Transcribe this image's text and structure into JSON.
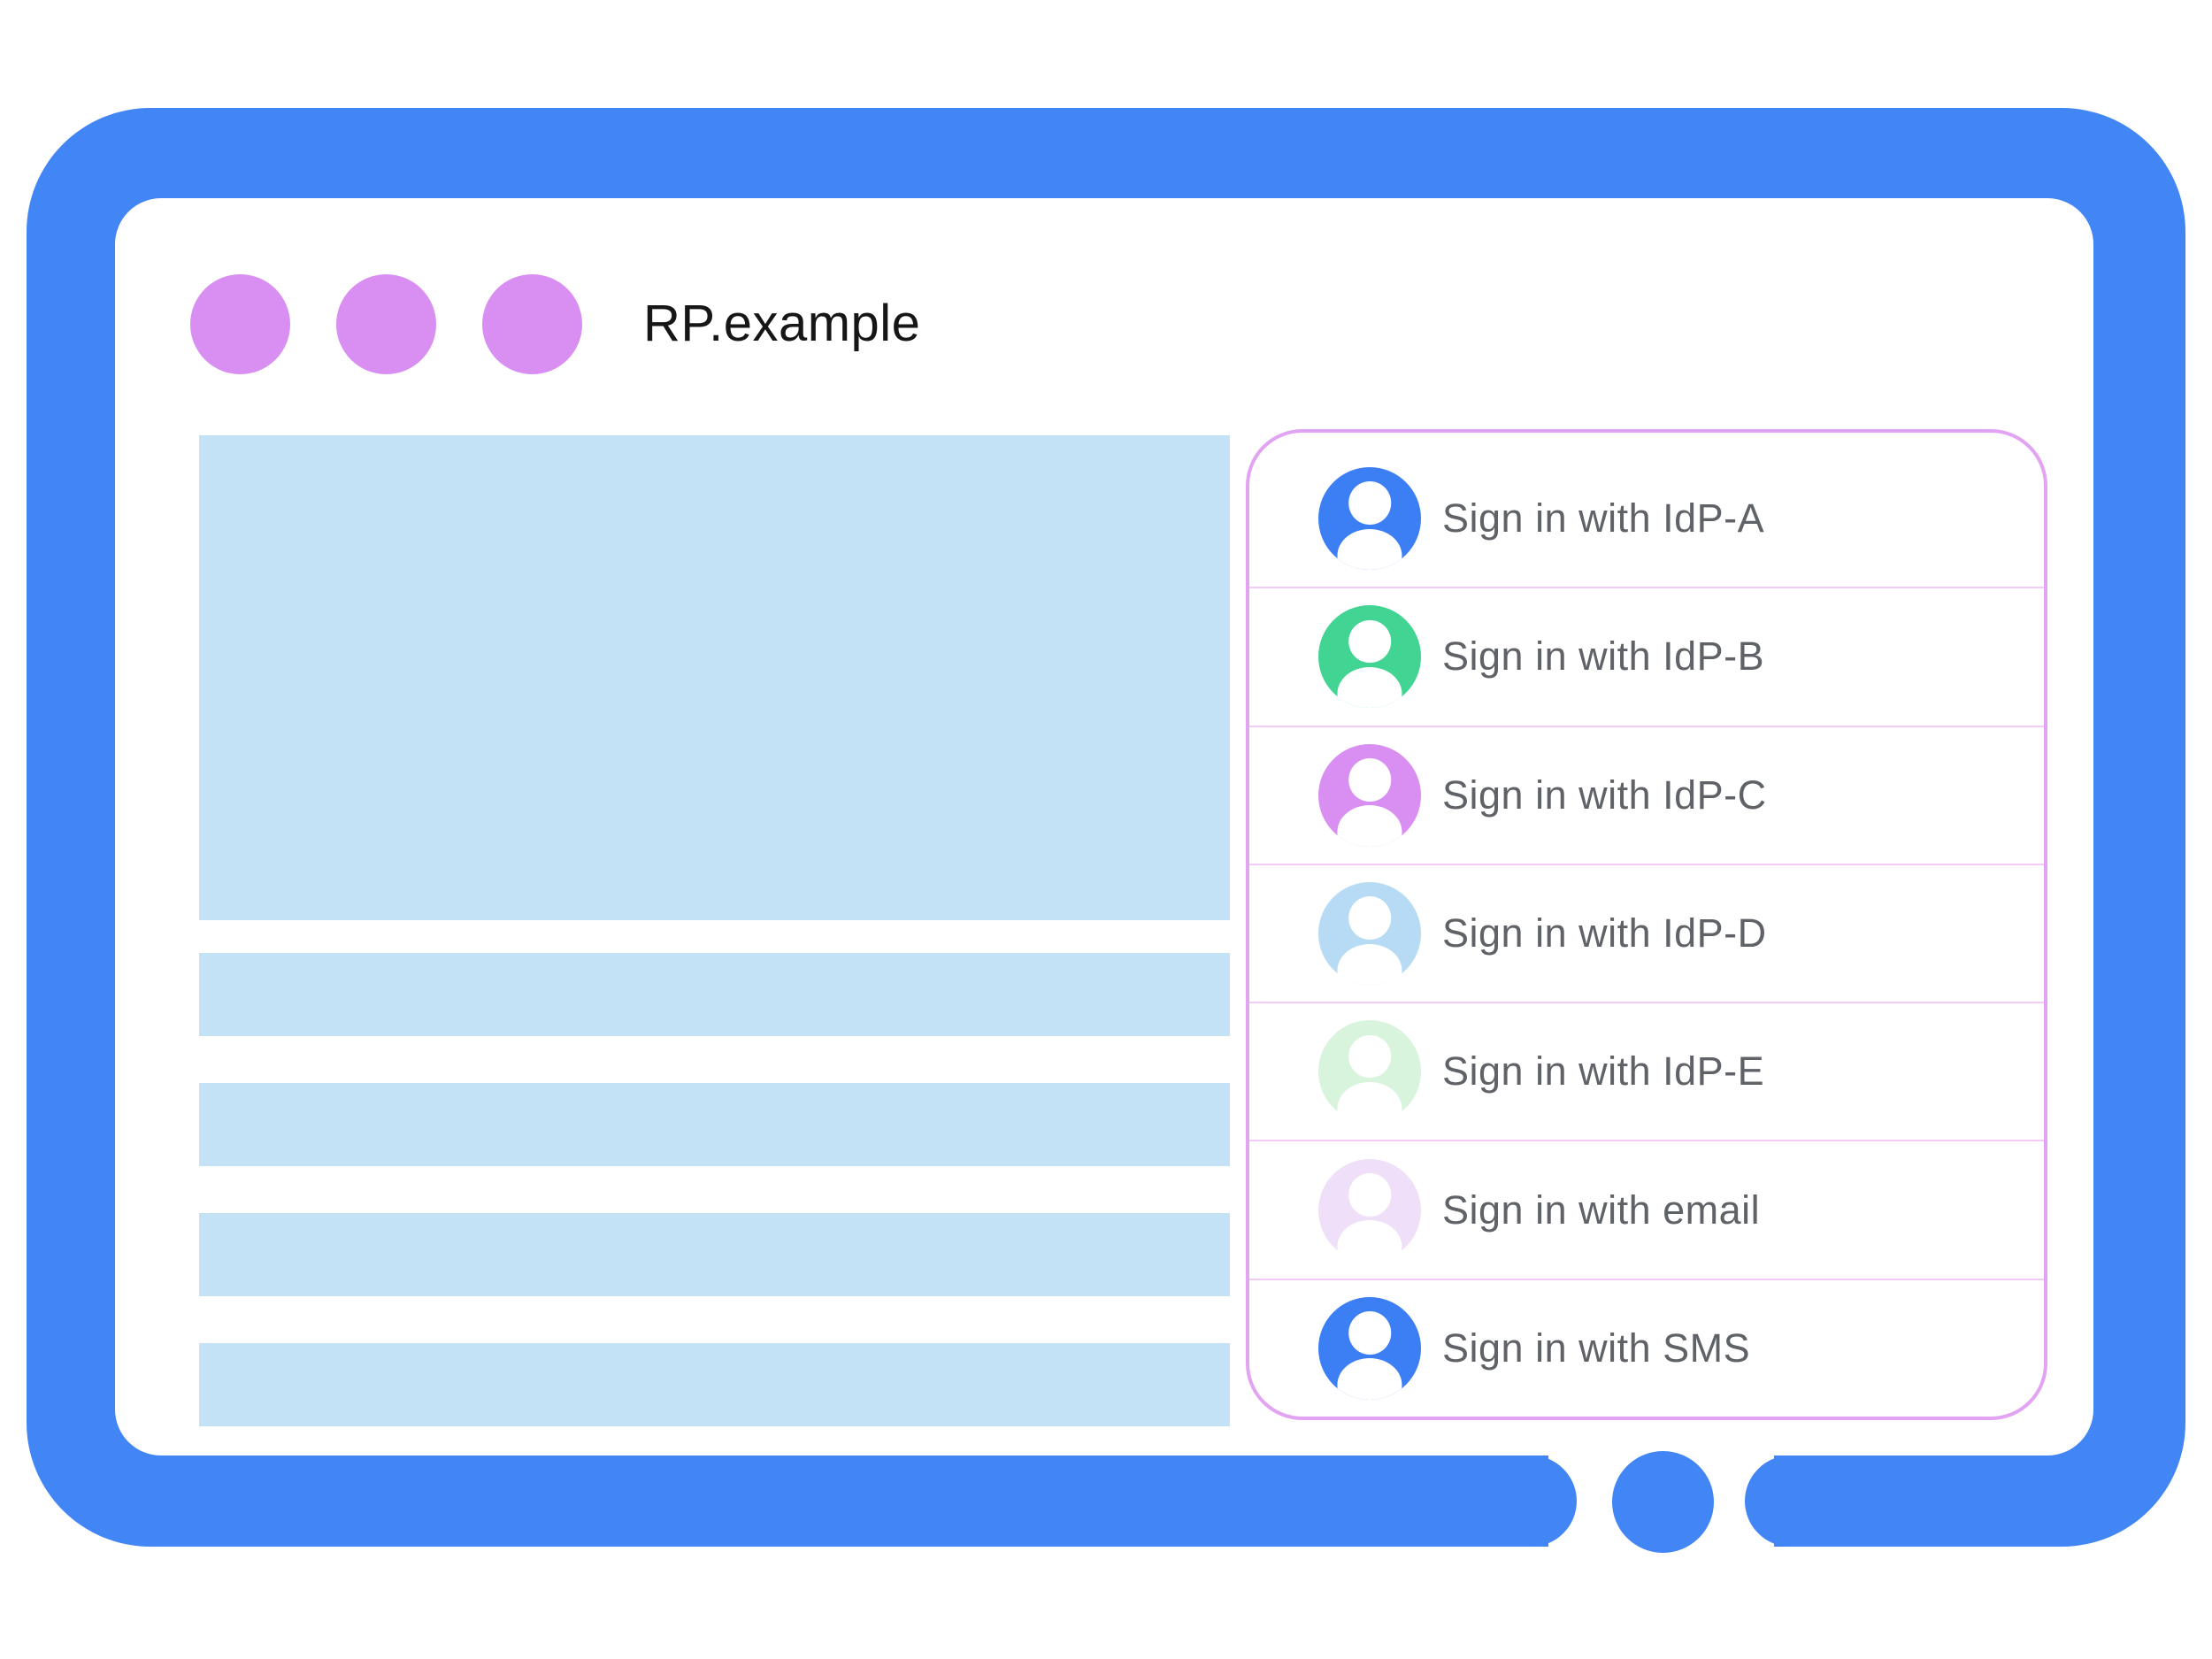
{
  "window": {
    "title": "RP.example",
    "controls_count": 3
  },
  "signin_dialog": {
    "options": [
      {
        "label": "Sign in with IdP-A",
        "avatar_color": "#3C7EF3"
      },
      {
        "label": "Sign in with IdP-B",
        "avatar_color": "#42D492"
      },
      {
        "label": "Sign in with IdP-C",
        "avatar_color": "#D98FF2"
      },
      {
        "label": "Sign in with IdP-D",
        "avatar_color": "#B7DBF4"
      },
      {
        "label": "Sign in with IdP-E",
        "avatar_color": "#D9F4DC"
      },
      {
        "label": "Sign in with email",
        "avatar_color": "#F0DFF8"
      },
      {
        "label": "Sign in with SMS",
        "avatar_color": "#3C7EF3"
      }
    ]
  },
  "colors": {
    "frame_blue": "#4285F4",
    "window_dot_orchid": "#D98FF2",
    "placeholder_blue": "#C4E2F6",
    "panel_border_pink": "#E2A4F2",
    "row_separator_pink": "#F2CBF7",
    "label_gray": "#5F6368",
    "title_black": "#161616"
  }
}
